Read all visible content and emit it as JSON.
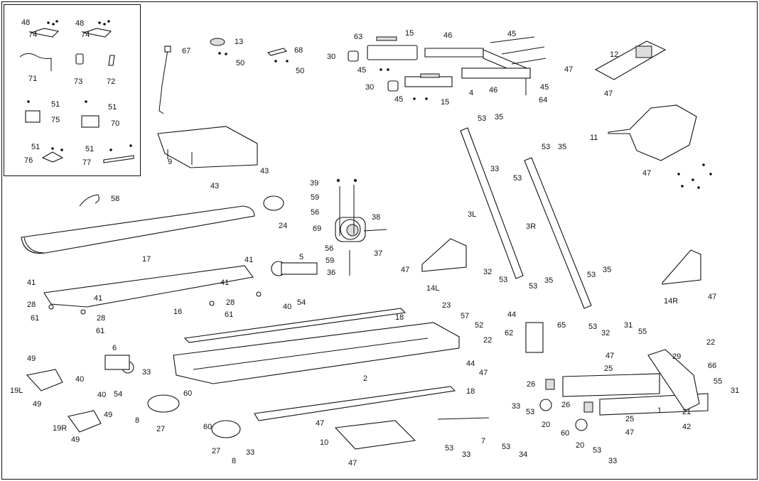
{
  "labels": {
    "l48a": "48",
    "l74a": "74",
    "l48b": "48",
    "l74b": "74",
    "l71": "71",
    "l73": "73",
    "l72": "72",
    "l51a": "51",
    "l75": "75",
    "l51b": "51",
    "l70": "70",
    "l51c": "51",
    "l76": "76",
    "l51d": "51",
    "l77": "77",
    "l67": "67",
    "l13": "13",
    "l50a": "50",
    "l68": "68",
    "l50b": "50",
    "l63": "63",
    "l15a": "15",
    "l30a": "30",
    "l45a": "45",
    "l46a": "46",
    "l45b": "45",
    "l30b": "30",
    "l45c": "45",
    "l15b": "15",
    "l4": "4",
    "l46b": "46",
    "l45d": "45",
    "l64": "64",
    "l12": "12",
    "l47a": "47",
    "l47b": "47",
    "l11": "11",
    "l47c": "47",
    "l9": "9",
    "l43a": "43",
    "l43b": "43",
    "l58": "58",
    "l24": "24",
    "l17": "17",
    "l39": "39",
    "l59a": "59",
    "l56a": "56",
    "l69": "69",
    "l38": "38",
    "l56b": "56",
    "l37": "37",
    "l59b": "59",
    "l36": "36",
    "l53a": "53",
    "l35a": "35",
    "l33a": "33",
    "l53b": "53",
    "l35b": "35",
    "l53c": "53",
    "l3L": "3L",
    "l3R": "3R",
    "l47d": "47",
    "l14L": "14L",
    "l32a": "32",
    "l53d": "53",
    "l53e": "53",
    "l35c": "35",
    "l53f": "53",
    "l35d": "35",
    "l14R": "14R",
    "l47e": "47",
    "l65": "65",
    "l53g": "53",
    "l32b": "32",
    "l41a": "41",
    "l41b": "41",
    "l41c": "41",
    "l41d": "41",
    "l5": "5",
    "l40a": "40",
    "l54a": "54",
    "l28a": "28",
    "l16": "16",
    "l28b": "28",
    "l61a": "61",
    "l28c": "28",
    "l61b": "61",
    "l61c": "61",
    "l18a": "18",
    "l23": "23",
    "l57": "57",
    "l52": "52",
    "l22a": "22",
    "l44a": "44",
    "l62": "62",
    "l44b": "44",
    "l47f": "47",
    "l2": "2",
    "l18b": "18",
    "l31a": "31",
    "l55a": "55",
    "l22b": "22",
    "l47g": "47",
    "l25a": "25",
    "l29": "29",
    "l66": "66",
    "l55b": "55",
    "l31b": "31",
    "l26a": "26",
    "l33b": "33",
    "l53h": "53",
    "l20a": "20",
    "l26b": "26",
    "l25b": "25",
    "l60a": "60",
    "l20b": "20",
    "l47h": "47",
    "l53i": "53",
    "l33c": "33",
    "l1": "1",
    "l21": "21",
    "l42": "42",
    "l49a": "49",
    "l19L": "19L",
    "l49b": "49",
    "l6": "6",
    "l40b": "40",
    "l40c": "40",
    "l54b": "54",
    "l33d": "33",
    "l60b": "60",
    "l8a": "8",
    "l27a": "27",
    "l49c": "49",
    "l19R": "19R",
    "l49d": "49",
    "l60c": "60",
    "l27b": "27",
    "l8b": "8",
    "l33e": "33",
    "l47i": "47",
    "l10": "10",
    "l47j": "47",
    "l7": "7",
    "l53j": "53",
    "l33f": "33",
    "l53k": "53",
    "l34": "34"
  }
}
